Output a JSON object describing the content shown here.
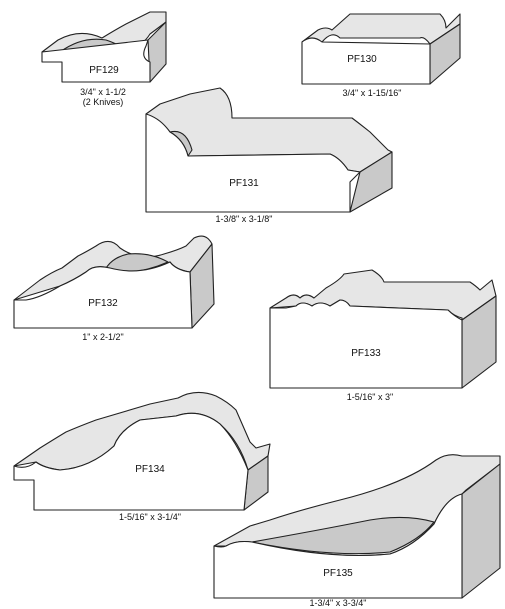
{
  "profiles": [
    {
      "code": "PF129",
      "dimensions": "3/4\" x 1-1/2",
      "note": "(2 Knives)"
    },
    {
      "code": "PF130",
      "dimensions": "3/4\" x 1-15/16\""
    },
    {
      "code": "PF131",
      "dimensions": "1-3/8\" x 3-1/8\""
    },
    {
      "code": "PF132",
      "dimensions": "1\" x 2-1/2\""
    },
    {
      "code": "PF133",
      "dimensions": "1-5/16\" x 3\""
    },
    {
      "code": "PF134",
      "dimensions": "1-5/16\" x 3-1/4\""
    },
    {
      "code": "PF135",
      "dimensions": "1-3/4\" x 3-3/4\""
    }
  ]
}
